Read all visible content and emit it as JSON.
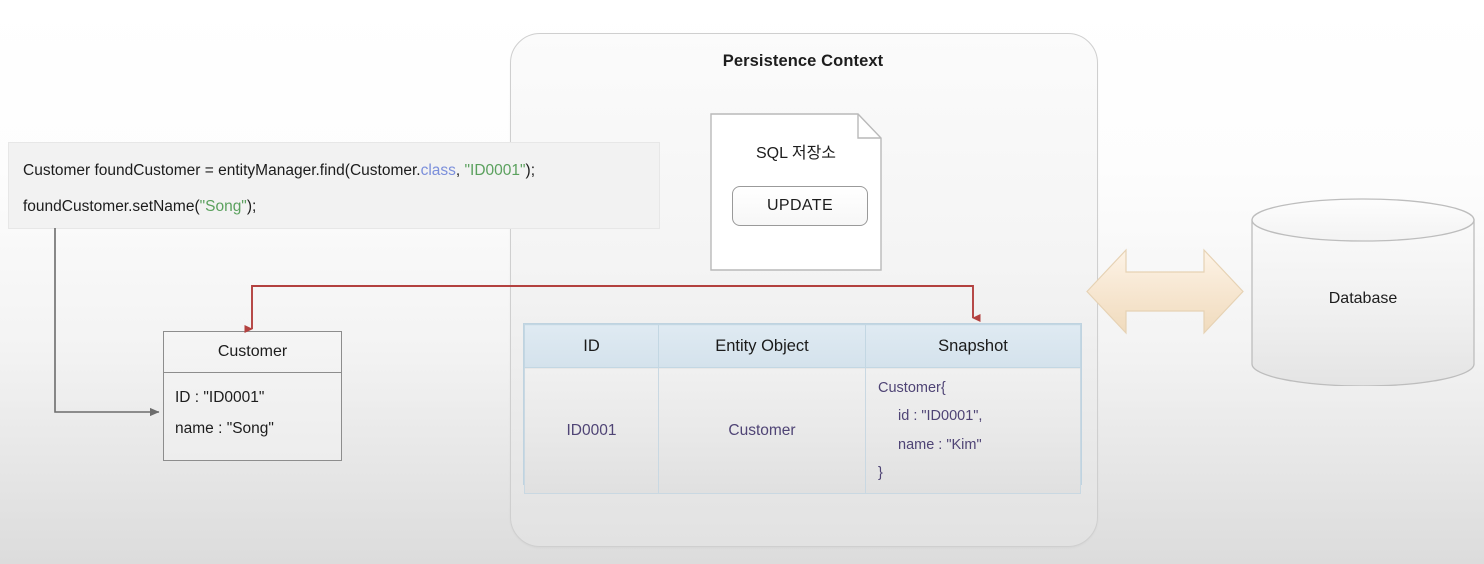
{
  "diagram": {
    "title": "Persistence Context",
    "code_box": {
      "line1_parts": [
        {
          "text": "Customer foundCustomer = entityManager.find(Customer.",
          "color": "default"
        },
        {
          "text": "class",
          "color": "#7b8fdb"
        },
        {
          "text": ", ",
          "color": "default"
        },
        {
          "text": "\"ID0001\"",
          "color": "#5ba15e"
        },
        {
          "text": ");",
          "color": "default"
        }
      ],
      "line1_plain": "Customer foundCustomer = entityManager.find(Customer.class, \"ID0001\");",
      "line2_parts": [
        {
          "text": "foundCustomer.setName(",
          "color": "default"
        },
        {
          "text": "\"Song\"",
          "color": "#5ba15e"
        },
        {
          "text": ");",
          "color": "default"
        }
      ],
      "line2_plain": "foundCustomer.setName(\"Song\");"
    },
    "sql_store": {
      "label": "SQL 저장소",
      "statement": "UPDATE"
    },
    "table": {
      "headers": [
        "ID",
        "Entity Object",
        "Snapshot"
      ],
      "rows": [
        {
          "id": "ID0001",
          "entity_object": "Customer",
          "snapshot_lines": [
            "Customer{",
            "id : \"ID0001\",",
            "name : \"Kim\"",
            "}"
          ]
        }
      ]
    },
    "entity_box": {
      "title": "Customer",
      "attributes": [
        "ID : \"ID0001\"",
        "name : \"Song\""
      ]
    },
    "database": {
      "label": "Database"
    },
    "colors": {
      "connector_red": "#b3413f",
      "connector_gray": "#6d6d6d",
      "table_header_blue": "#d4e2ec",
      "snapshot_text_purple": "#4f4475",
      "arrow_cream": "#f6e5cf",
      "code_string_green": "#5ba15e",
      "code_keyword_blue": "#7b8fdb"
    },
    "icons": {
      "sync_arrow": "double-headed-arrow",
      "db": "cylinder-database-icon",
      "note": "folded-corner-note-icon"
    }
  }
}
